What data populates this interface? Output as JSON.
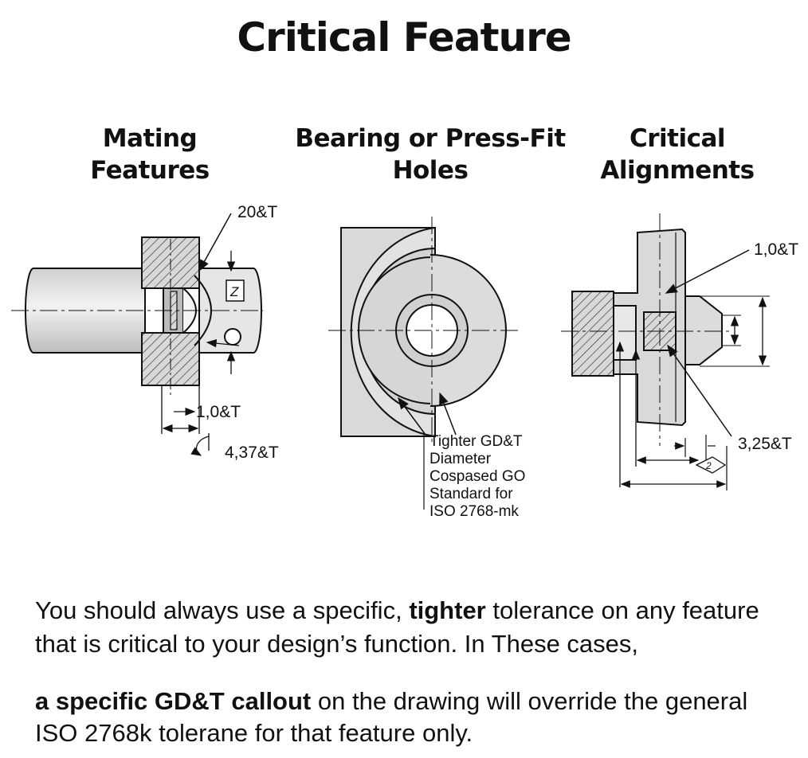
{
  "title": "Critical Feature",
  "columns": [
    {
      "heading_line1": "Mating",
      "heading_line2": "Features"
    },
    {
      "heading_line1": "Bearing or Press-Fit",
      "heading_line2": "Holes"
    },
    {
      "heading_line1": "Critical",
      "heading_line2": "Alignments"
    }
  ],
  "callouts": {
    "mating_top": "20&T",
    "mating_datum": "Z",
    "mating_bottom": "1,0&T",
    "mating_angle": "4,37&T",
    "bearing_note": [
      "Tighter GD&T",
      "Diameter",
      "Cospased GO",
      "Standard for",
      "ISO 2768-mk"
    ],
    "align_top": "1,0&T",
    "align_bottom": "3,25&T",
    "align_datum": "2"
  },
  "paragraph1": {
    "line1_before": "You should always use a specific, ",
    "line1_bold": "tighter",
    "line1_after": " tolerance on any feature",
    "line2": "that is critical to your design’s function. In These cases,"
  },
  "paragraph2": {
    "line1_bold": "a specific GD&T callout",
    "line1_after": " on the drawing will override the general",
    "line2": "ISO 2768k tolerane for that feature only."
  }
}
